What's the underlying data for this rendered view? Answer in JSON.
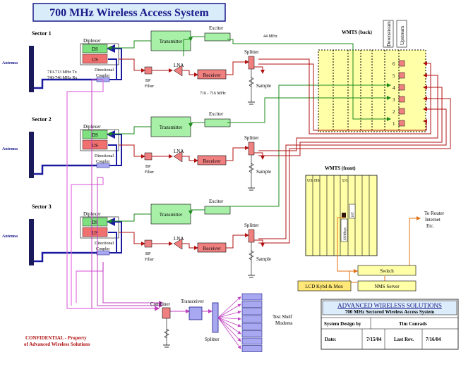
{
  "title": "700 MHz Wireless Access System",
  "sectors": [
    {
      "label": "Sector 1",
      "diplexer": "Diplexer",
      "ds": "DS",
      "us": "US",
      "transmitter": "Transmitter",
      "exciter": "Exciter",
      "lna": "LNA",
      "receiver": "Receiver",
      "splitter": "Splitter",
      "sample": "Sample",
      "bp_filter_1": "BP",
      "bp_filter_2": "Filter",
      "coupler_1": "Directional",
      "coupler_2": "Coupler",
      "antenna": "Antenna"
    },
    {
      "label": "Sector 2",
      "diplexer": "Diplexer",
      "ds": "DS",
      "us": "US",
      "transmitter": "Transmitter",
      "exciter": "Exciter",
      "lna": "LNA",
      "receiver": "Receiver",
      "splitter": "Splitter",
      "sample": "Sample",
      "bp_filter_1": "BP",
      "bp_filter_2": "Filter",
      "coupler_1": "Directional",
      "coupler_2": "Coupler",
      "antenna": "Antenna"
    },
    {
      "label": "Sector 3",
      "diplexer": "Diplexer",
      "ds": "DS",
      "us": "US",
      "transmitter": "Transmitter",
      "exciter": "Exciter",
      "lna": "LNA",
      "receiver": "Receiver",
      "splitter": "Splitter",
      "sample": "Sample",
      "bp_filter_1": "BP",
      "bp_filter_2": "Filter",
      "coupler_1": "Directional",
      "coupler_2": "Coupler",
      "antenna": "Antenna"
    }
  ],
  "freq": {
    "tx": "710-713 MHz Tx",
    "rx": "740-746 MHz Rx",
    "receiver_band": "710 - 716 MHz",
    "if": "44 MHz"
  },
  "wmts_back": {
    "label": "WMTS (back)",
    "downstream": "Downstream",
    "upstream": "Upstream",
    "ports": [
      "6",
      "5",
      "4",
      "3",
      "2",
      "1"
    ]
  },
  "wmts_front": {
    "label": "WMTS (front)",
    "us": "US",
    "ds": "DS",
    "uc": "UC",
    "port_label": "100Mbps",
    "t10": "10T"
  },
  "network": {
    "router_1": "To Router",
    "router_2": "Internet",
    "router_3": "Etc.",
    "switch": "Switch",
    "nms": "NMS Server",
    "lcd": "LCD Kybd & Mon"
  },
  "test": {
    "combiner": "Combiner",
    "transceiver": "Transceiver",
    "splitter": "Splitter",
    "modems_1": "Test Shelf",
    "modems_2": "Modems"
  },
  "confidential": {
    "line1": "CONFIDENTIAL - Property",
    "line2": "of Advanced Wireless Solutions"
  },
  "title_block": {
    "company": "ADVANCED WIRELESS SOLUTIONS",
    "subtitle": "700 MHz Sectored Wireless Access System",
    "design_label": "System Design by",
    "designer": "Tim Conrads",
    "date_label": "Date:",
    "date": "7/15/04",
    "rev_label": "Last Rev.",
    "rev": "7/16/04"
  }
}
